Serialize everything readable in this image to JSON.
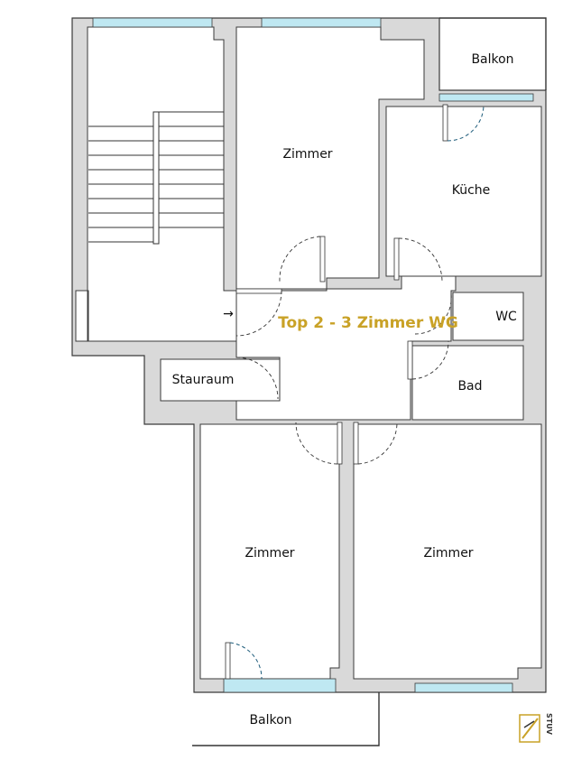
{
  "title": "Top 2 - 3 Zimmer WG",
  "title_color": "#c9a227",
  "window_color": "#bfe8f2",
  "wall_color": "#d9d9d9",
  "rooms": {
    "zimmer_top": "Zimmer",
    "balkon_top": "Balkon",
    "kueche": "Küche",
    "wc": "WC",
    "bad": "Bad",
    "stauraum": "Stauraum",
    "zimmer_bottom_left": "Zimmer",
    "zimmer_bottom_right": "Zimmer",
    "balkon_bottom": "Balkon"
  },
  "entry_arrow": "→",
  "logo": {
    "letters": "STUV",
    "icon": "stuv-logo-icon"
  }
}
